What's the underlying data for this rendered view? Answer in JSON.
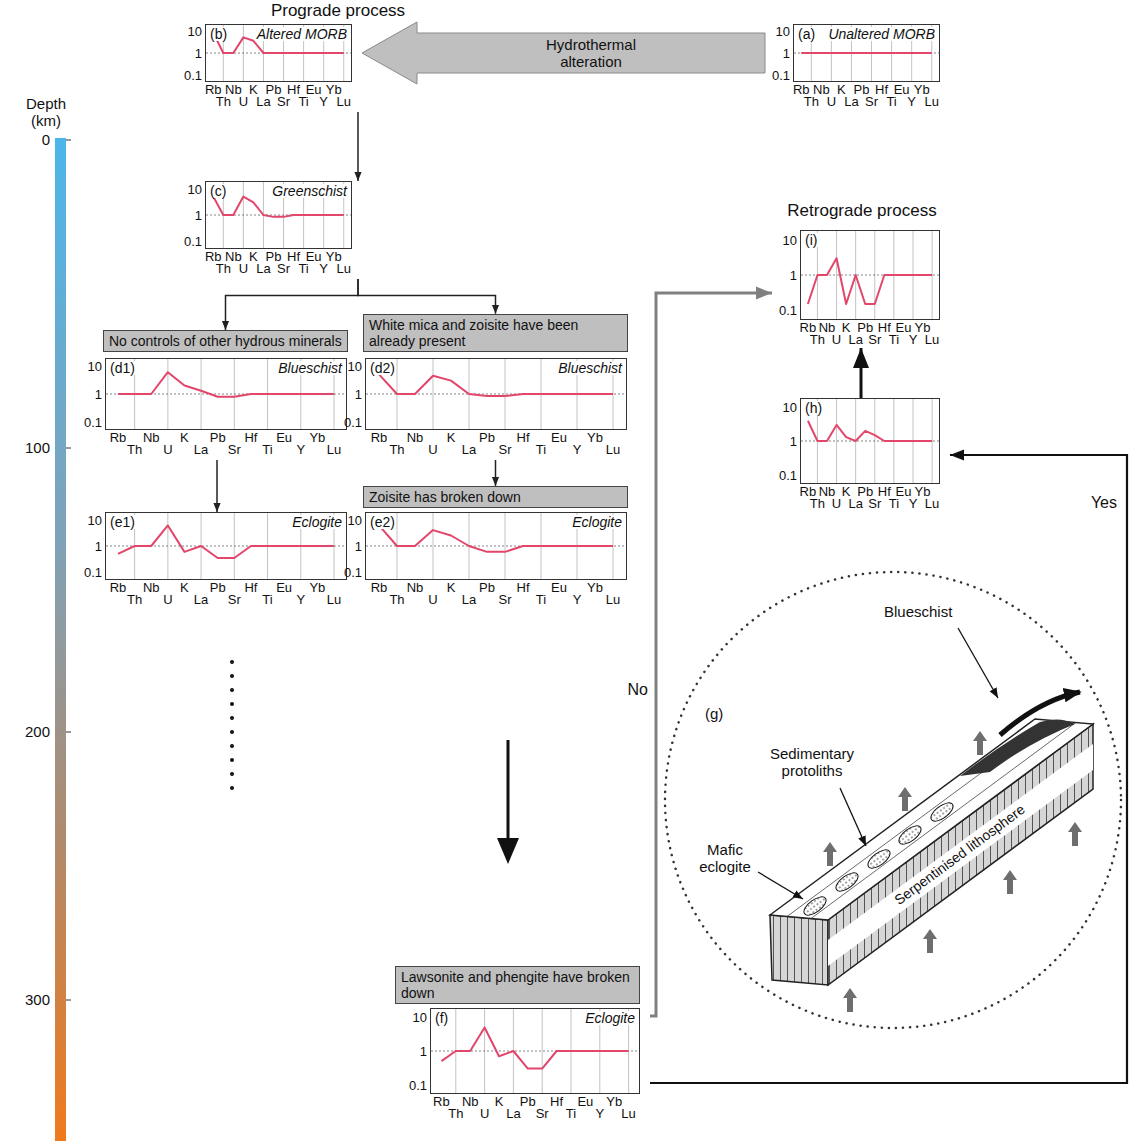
{
  "diagram": {
    "nodes": [
      {
        "text": [
          "(a)",
          "Unaltered MORB",
          "10",
          "1",
          "0.1",
          "Rb",
          "Th",
          "Nb",
          "U",
          "K",
          "La",
          "Pb",
          "Sr",
          "Hf",
          "Ti",
          "Eu",
          "Y",
          "Yb",
          "Lu"
        ]
      },
      {
        "text": [
          "(b)",
          "Altered MORB",
          "10",
          "1",
          "0.1",
          "Rb",
          "Th",
          "Nb",
          "U",
          "K",
          "La",
          "Pb",
          "Sr",
          "Hf",
          "Ti",
          "Eu",
          "Y",
          "Yb",
          "Lu"
        ]
      },
      {
        "text": [
          "(c)",
          "Greenschist",
          "10",
          "1",
          "0.1",
          "Rb",
          "Th",
          "Nb",
          "U",
          "K",
          "La",
          "Pb",
          "Sr",
          "Hf",
          "Ti",
          "Eu",
          "Y",
          "Yb",
          "Lu"
        ]
      },
      {
        "text": [
          "No controls of other hydrous minerals"
        ]
      },
      {
        "text": [
          "(d1)",
          "Blueschist",
          "10",
          "1",
          "0.1",
          "Rb",
          "Th",
          "Nb",
          "U",
          "K",
          "La",
          "Pb",
          "Sr",
          "Hf",
          "Ti",
          "Eu",
          "Y",
          "Yb",
          "Lu"
        ]
      },
      {
        "text": [
          "White mica and zoisite have been already present"
        ]
      },
      {
        "text": [
          "(d2)",
          "Blueschist",
          "10",
          "1",
          "0.1",
          "Rb",
          "Th",
          "Nb",
          "U",
          "K",
          "La",
          "Pb",
          "Sr",
          "Hf",
          "Ti",
          "Eu",
          "Y",
          "Yb",
          "Lu"
        ]
      },
      {
        "text": [
          "(e1)",
          "Eclogite",
          "10",
          "1",
          "0.1",
          "Rb",
          "Th",
          "Nb",
          "U",
          "K",
          "La",
          "Pb",
          "Sr",
          "Hf",
          "Ti",
          "Eu",
          "Y",
          "Yb",
          "Lu"
        ]
      },
      {
        "text": [
          "Zoisite has broken down"
        ]
      },
      {
        "text": [
          "(e2)",
          "Eclogite",
          "10",
          "1",
          "0.1",
          "Rb",
          "Th",
          "Nb",
          "U",
          "K",
          "La",
          "Pb",
          "Sr",
          "Hf",
          "Ti",
          "Eu",
          "Y",
          "Yb",
          "Lu"
        ]
      },
      {
        "text": [
          "Lawsonite and phengite have broken down"
        ]
      },
      {
        "text": [
          "(f)",
          "Eclogite",
          "10",
          "1",
          "0.1",
          "Rb",
          "Th",
          "Nb",
          "U",
          "K",
          "La",
          "Pb",
          "Sr",
          "Hf",
          "Ti",
          "Eu",
          "Y",
          "Yb",
          "Lu"
        ]
      },
      {
        "text": [
          "(i)",
          "10",
          "1",
          "0.1",
          "Rb",
          "Th",
          "Nb",
          "U",
          "K",
          "La",
          "Pb",
          "Sr",
          "Hf",
          "Ti",
          "Eu",
          "Y",
          "Yb",
          "Lu"
        ]
      },
      {
        "text": [
          "(h)",
          "10",
          "1",
          "0.1",
          "Rb",
          "Th",
          "Nb",
          "U",
          "K",
          "La",
          "Pb",
          "Sr",
          "Hf",
          "Ti",
          "Eu",
          "Y",
          "Yb",
          "Lu"
        ]
      }
    ],
    "edges": [
      {
        "from": 0,
        "to": 1,
        "arrow": "to",
        "label": "Hydrothermal alteration"
      },
      {
        "from": 1,
        "to": 2,
        "arrow": "to"
      },
      {
        "from": 2,
        "to": 3,
        "arrow": "to"
      },
      {
        "from": 2,
        "to": 5,
        "arrow": "to"
      },
      {
        "from": 4,
        "to": 7,
        "arrow": "to"
      },
      {
        "from": 6,
        "to": 8,
        "arrow": "to"
      },
      {
        "from": 11,
        "to": 12,
        "arrow": "to",
        "label": "No"
      },
      {
        "from": 11,
        "to": 13,
        "arrow": "to",
        "label": "Yes"
      },
      {
        "from": 13,
        "to": 12,
        "arrow": "to"
      }
    ],
    "labels": [
      "Prograde process",
      "Retrograde process",
      "Depth (km)",
      "0",
      "100",
      "200",
      "300",
      "(g)",
      "Blueschist",
      "Sedimentary protoliths",
      "Mafic eclogite",
      "Serpentinised lithosphere"
    ]
  }
}
